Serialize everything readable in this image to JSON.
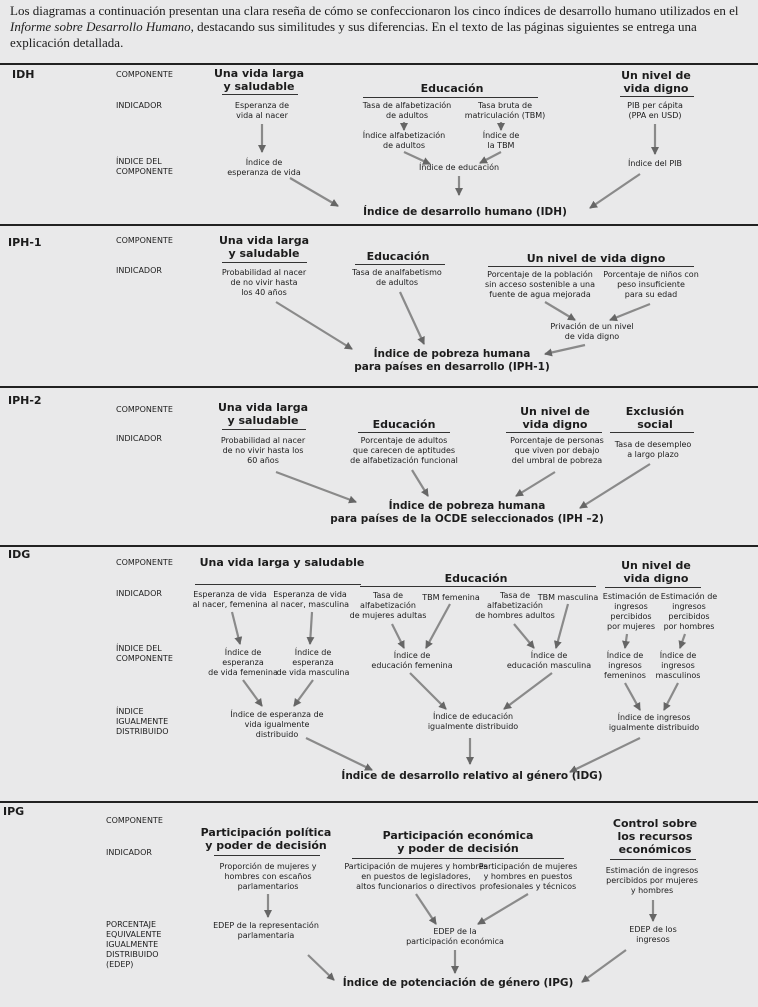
{
  "intro": {
    "line1": "Los diagramas a continuación presentan una clara reseña de cómo se confeccionaron los cinco índices de desarrollo humano utilizados en el",
    "italic": "Informe sobre Desarrollo Humano",
    "line2_rest": ", destacando sus similitudes y sus diferencias. En el texto de las páginas siguientes se entrega una",
    "line3": "explicación detallada."
  },
  "labels": {
    "componente": "COMPONENTE",
    "indicador": "INDICADOR",
    "indice_componente": "ÍNDICE DEL\nCOMPONENTE",
    "indice_igual": "ÍNDICE\nIGUALMENTE\nDISTRIBUIDO",
    "porcentaje": "PORCENTAJE\nEQUIVALENTE\nIGUALMENTE\nDISTRIBUIDO\n(EDEP)"
  },
  "idh": {
    "name": "IDH",
    "c1": "Una vida larga\ny saludable",
    "c2": "Educación",
    "c3": "Un nivel de\nvida digno",
    "i1": "Esperanza de\nvida al nacer",
    "i2a": "Tasa de alfabetización\nde adultos",
    "i2b": "Tasa bruta de\nmatriculación (TBM)",
    "i3": "PIB per cápita\n(PPA en USD)",
    "s2a": "Índice alfabetización\nde adultos",
    "s2b": "Índice de\nla TBM",
    "x1": "Índice de\nesperanza de vida",
    "x2": "Índice de educación",
    "x3": "Índice del PIB",
    "result": "Índice de desarrollo humano (IDH)"
  },
  "iph1": {
    "name": "IPH-1",
    "c1": "Una vida larga\ny saludable",
    "c2": "Educación",
    "c3": "Un nivel de vida digno",
    "i1": "Probabilidad al nacer\nde no vivir hasta\nlos 40 años",
    "i2": "Tasa de analfabetismo\nde adultos",
    "i3a": "Porcentaje de la población\nsin acceso sostenible a una\nfuente de agua mejorada",
    "i3b": "Porcentaje de niños con\npeso insuficiente\npara su edad",
    "p": "Privación de un nivel\nde vida digno",
    "result": "Índice de pobreza humana\npara países en desarrollo (IPH-1)"
  },
  "iph2": {
    "name": "IPH-2",
    "c1": "Una vida larga\ny saludable",
    "c2": "Educación",
    "c3": "Un nivel de\nvida digno",
    "c4": "Exclusión\nsocial",
    "i1": "Probabilidad al nacer\nde no vivir hasta los\n60 años",
    "i2": "Porcentaje de adultos\nque carecen de aptitudes\nde alfabetización funcional",
    "i3": "Porcentaje de personas\nque viven por debajo\ndel umbral de pobreza",
    "i4": "Tasa de desempleo\na largo plazo",
    "result": "Índice de pobreza humana\npara países de la OCDE seleccionados (IPH –2)"
  },
  "idg": {
    "name": "IDG",
    "c1": "Una vida larga y saludable",
    "c2": "Educación",
    "c3": "Un nivel de\nvida digno",
    "i1a": "Esperanza de vida\nal nacer, femenina",
    "i1b": "Esperanza de vida\nal nacer, masculina",
    "i2a": "Tasa de\nalfabetización\nde mujeres adultas",
    "i2b": "TBM femenina",
    "i2c": "Tasa de\nalfabetización\nde hombres adultos",
    "i2d": "TBM masculina",
    "i3a": "Estimación de\ningresos\npercibidos\npor mujeres",
    "i3b": "Estimación de\ningresos\npercibidos\npor hombres",
    "x1a": "Índice de\nesperanza\nde vida femenina",
    "x1b": "Índice de\nesperanza\nde vida masculina",
    "x2a": "Índice de\neducación femenina",
    "x2b": "Índice de\neducación masculina",
    "x3a": "Índice de\ningresos\nfemeninos",
    "x3b": "Índice de\ningresos\nmasculinos",
    "e1": "Índice de esperanza de\nvida igualmente\ndistribuido",
    "e2": "Índice de educación\nigualmente distribuido",
    "e3": "Índice de ingresos\nigualmente distribuido",
    "result": "Índice de desarrollo relativo al género (IDG)"
  },
  "ipg": {
    "name": "IPG",
    "c1": "Participación política\ny poder de decisión",
    "c2": "Participación económica\ny poder de decisión",
    "c3": "Control sobre\nlos recursos\neconómicos",
    "i1": "Proporción de mujeres y\nhombres con escaños\nparlamentarios",
    "i2a": "Participación de mujeres y hombres\nen puestos de legisladores,\naltos funcionarios o directivos",
    "i2b": "Participación de mujeres\ny hombres en puestos\nprofesionales y técnicos",
    "i3": "Estimación de ingresos\npercibidos por mujeres\ny hombres",
    "e1": "EDEP de la representación\nparlamentaria",
    "e2": "EDEP de la\nparticipación económica",
    "e3": "EDEP de los\ningresos",
    "result": "Índice de potenciación de género (IPG)"
  }
}
